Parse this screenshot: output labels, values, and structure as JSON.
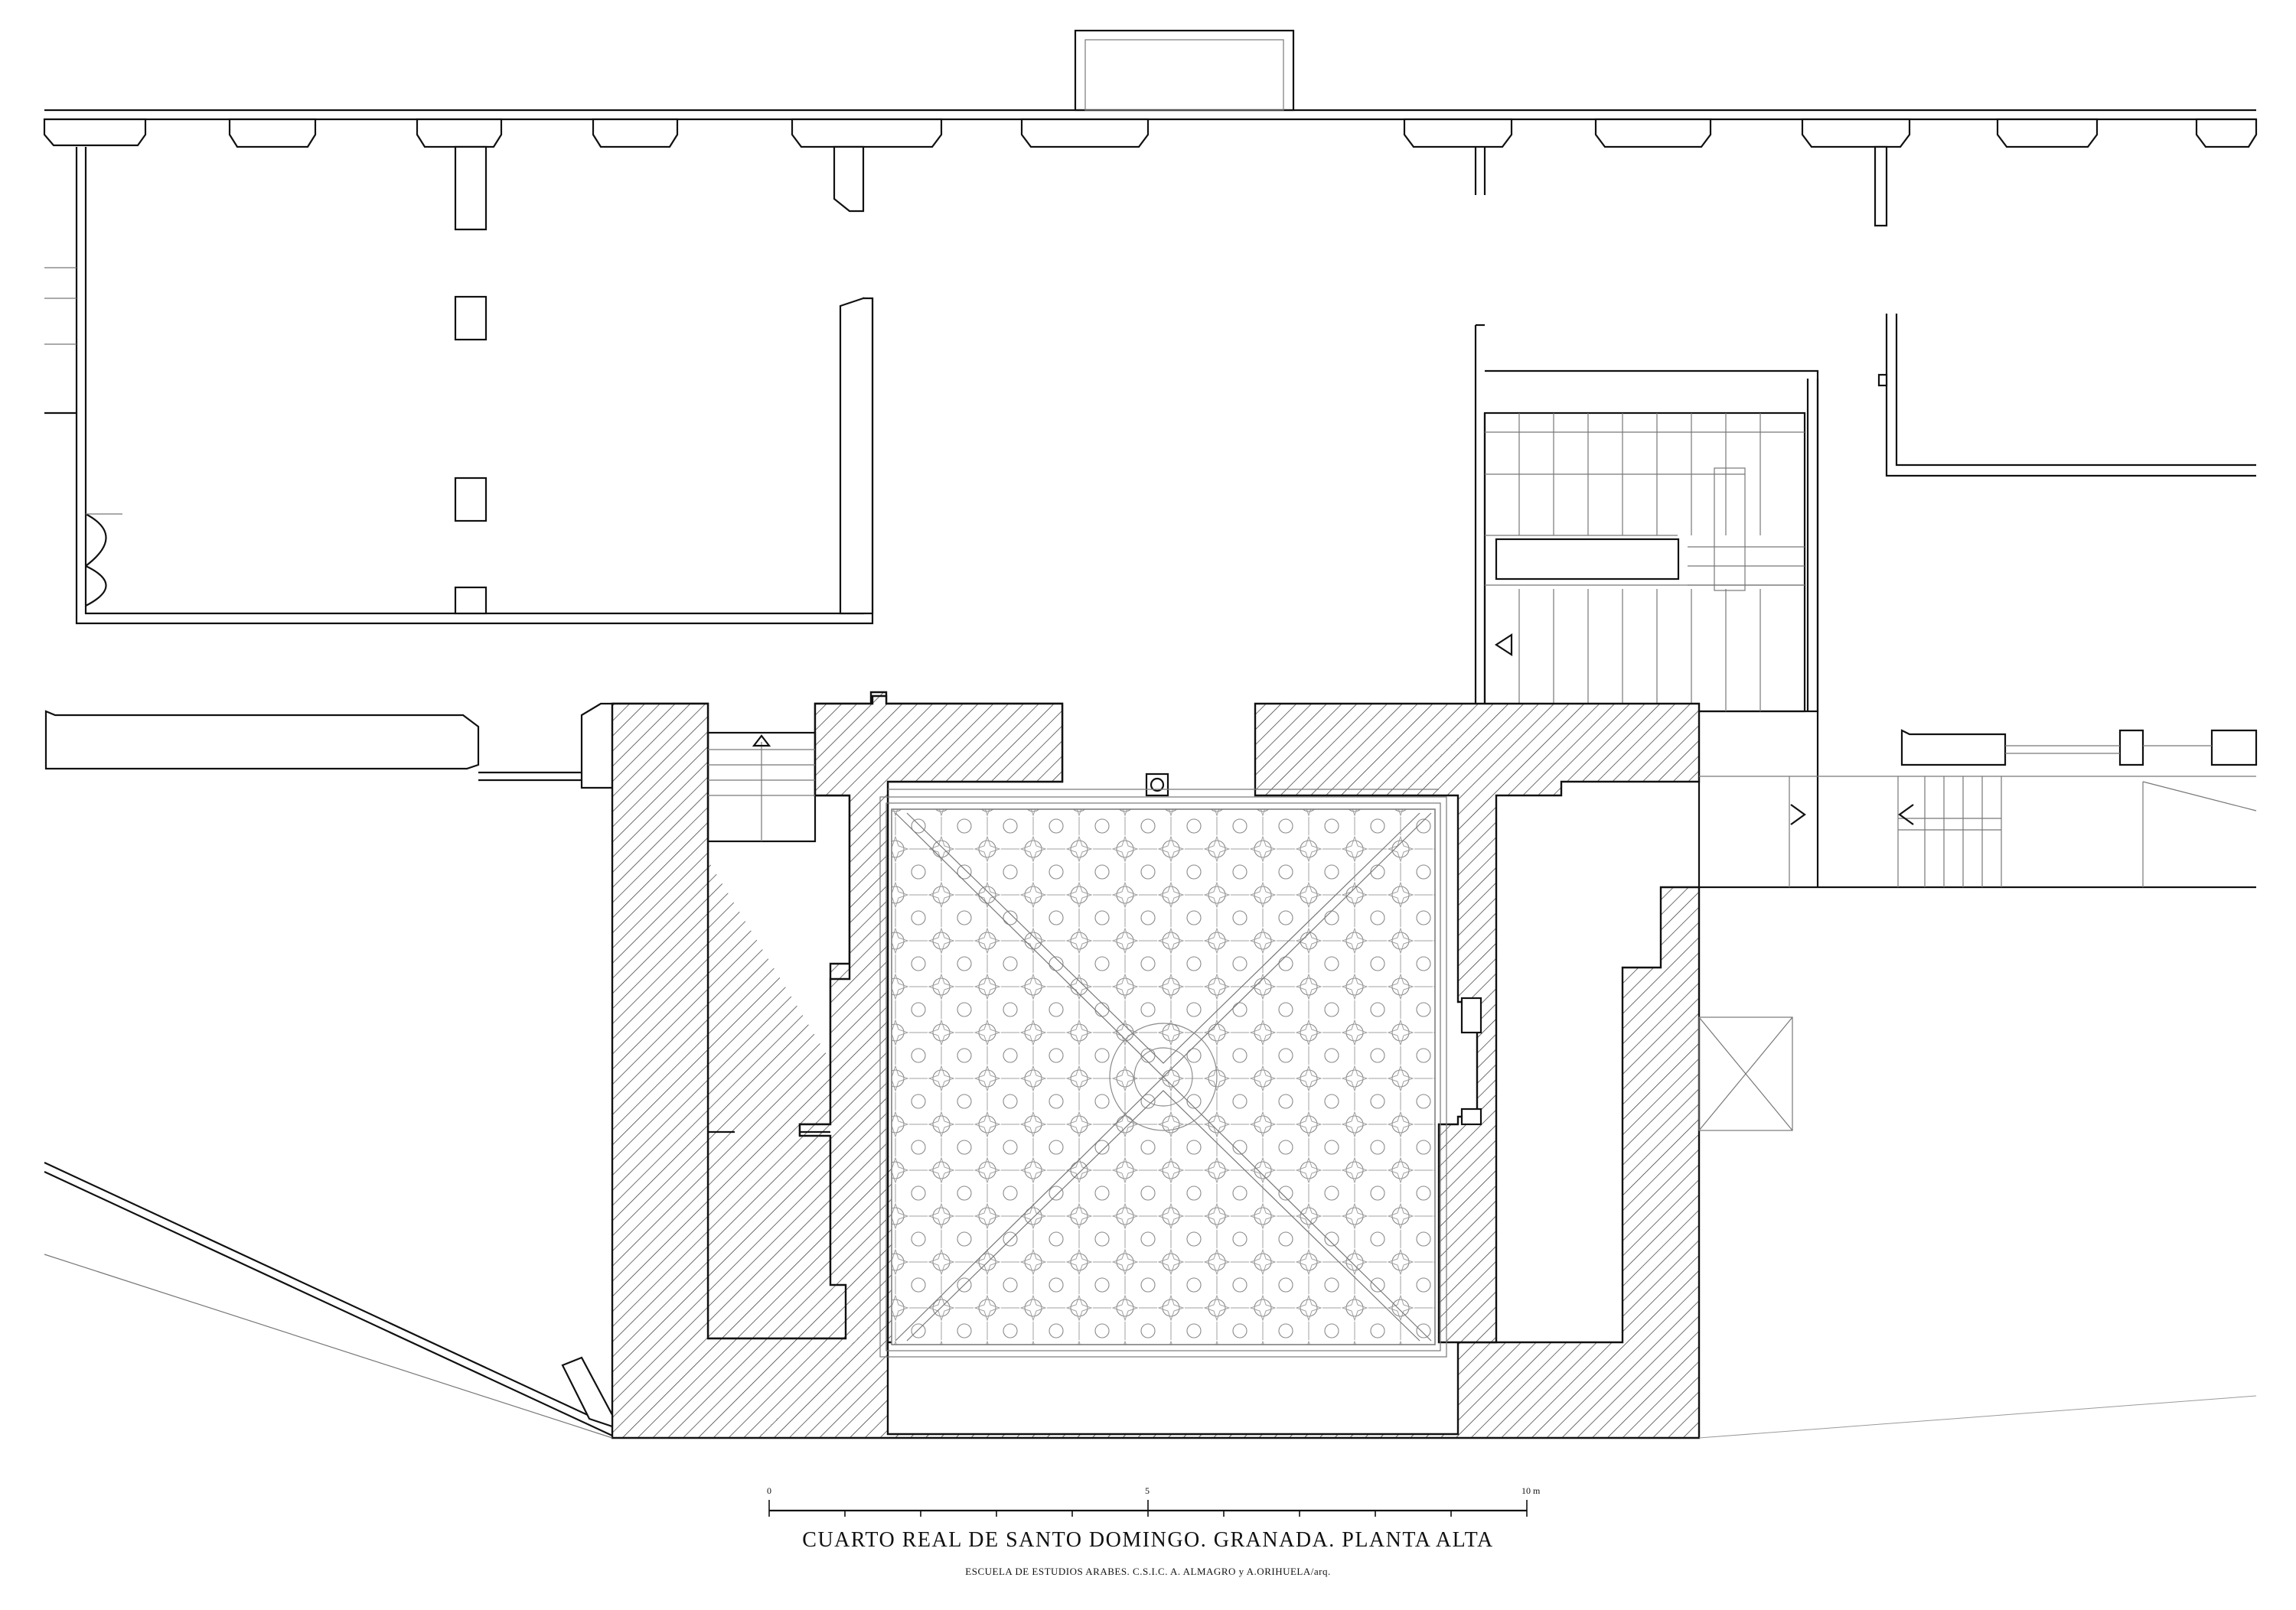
{
  "title": "CUARTO REAL DE SANTO DOMINGO. GRANADA. PLANTA ALTA",
  "credit": "ESCUELA DE ESTUDIOS ARABES. C.S.I.C.  A. ALMAGRO y A.ORIHUELA/arq.",
  "scale_bar": {
    "labels": [
      "0",
      "5",
      "10 m"
    ],
    "units": "m",
    "max": 10,
    "divisions": 10
  },
  "colors": {
    "ink": "#111111",
    "light_line": "#777777",
    "background": "#ffffff"
  },
  "symbols": {
    "hatched_wall": "diagonal-hatch",
    "stair_arrow": "arrow-icon",
    "ceiling_pattern": "lacework-pattern"
  }
}
